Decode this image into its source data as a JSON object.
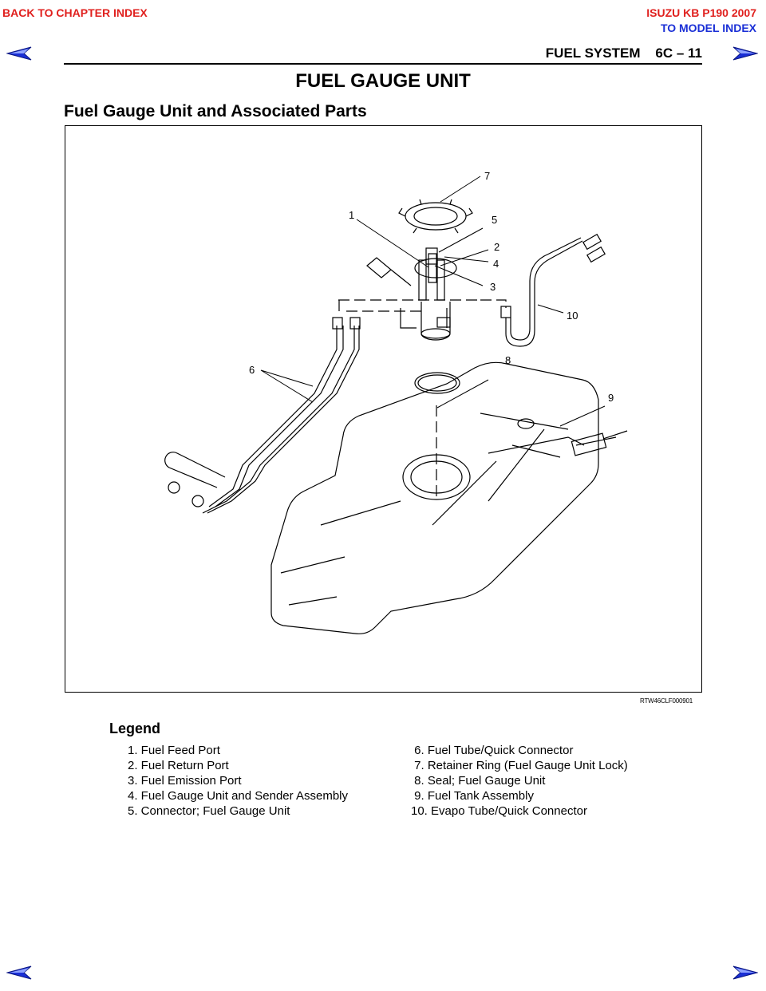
{
  "nav": {
    "back_chapter": "BACK TO CHAPTER INDEX",
    "model_title": "ISUZU KB P190 2007",
    "to_model_index": "TO MODEL INDEX"
  },
  "header": {
    "title": "FUEL SYSTEM    6C – 11"
  },
  "section_title": "FUEL GAUGE UNIT",
  "subsection_title": "Fuel Gauge Unit and Associated Parts",
  "figure": {
    "code": "RTW46CLF000901",
    "callouts": [
      "1",
      "2",
      "3",
      "4",
      "5",
      "6",
      "7",
      "8",
      "9",
      "10"
    ]
  },
  "legend": {
    "title": "Legend",
    "left": [
      "1. Fuel Feed Port",
      "2. Fuel Return Port",
      "3. Fuel Emission Port",
      "4. Fuel Gauge Unit and Sender Assembly",
      "5. Connector; Fuel Gauge Unit"
    ],
    "right": [
      " 6. Fuel Tube/Quick Connector",
      " 7. Retainer Ring (Fuel Gauge Unit Lock)",
      " 8. Seal; Fuel Gauge Unit",
      " 9. Fuel Tank Assembly",
      "10. Evapo Tube/Quick Connector"
    ]
  },
  "colors": {
    "back_link": "#e0201e",
    "model_link": "#1a2fd6",
    "nav_arrow": "#1a2fd6"
  },
  "icons": {
    "nav_prev": "left-arrow-icon",
    "nav_next": "right-arrow-icon"
  }
}
